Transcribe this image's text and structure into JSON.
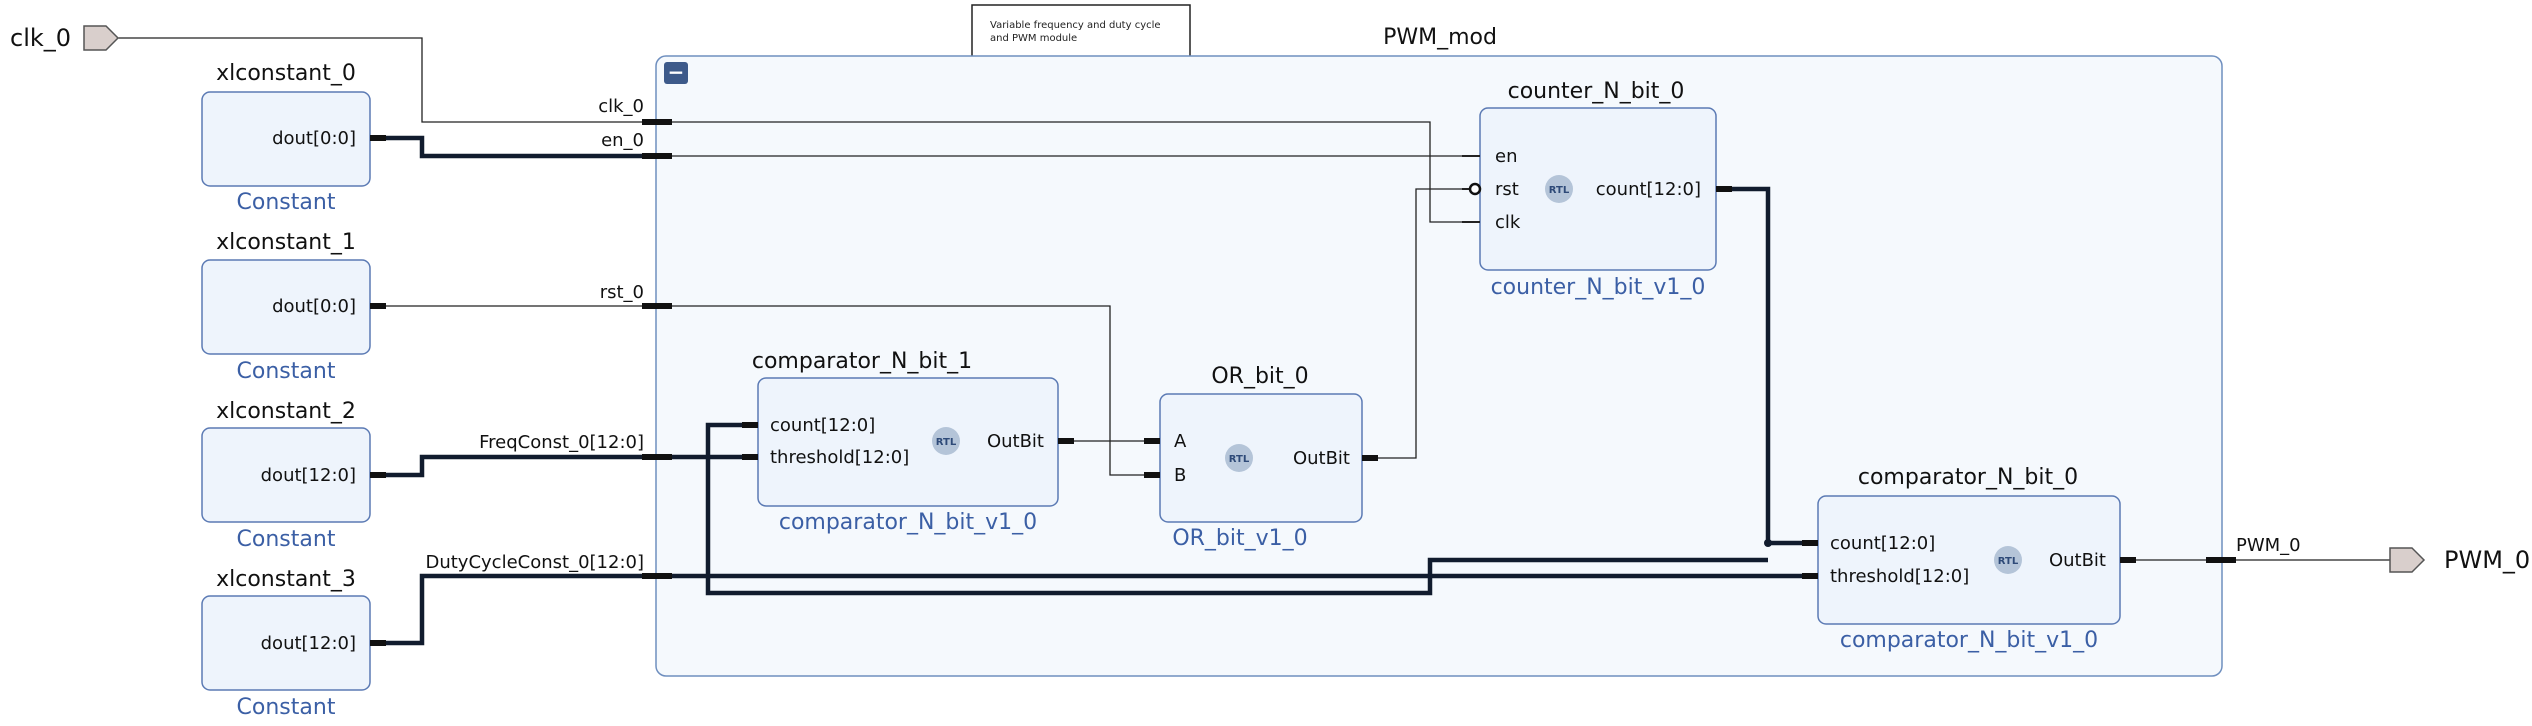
{
  "note": {
    "line1": "Variable frequency and duty cycle",
    "line2": "and PWM module"
  },
  "hierarchy": {
    "title": "PWM_mod",
    "collapse_symbol": "−"
  },
  "ports": {
    "clk_in": "clk_0",
    "pwm_out": "PWM_0"
  },
  "constants": [
    {
      "name": "xlconstant_0",
      "pin": "dout[0:0]",
      "type": "Constant"
    },
    {
      "name": "xlconstant_1",
      "pin": "dout[0:0]",
      "type": "Constant"
    },
    {
      "name": "xlconstant_2",
      "pin": "dout[12:0]",
      "type": "Constant"
    },
    {
      "name": "xlconstant_3",
      "pin": "dout[12:0]",
      "type": "Constant"
    }
  ],
  "nets": {
    "clk": "clk_0",
    "en": "en_0",
    "rst": "rst_0",
    "freq": "FreqConst_0[12:0]",
    "duty": "DutyCycleConst_0[12:0]",
    "pwm": "PWM_0"
  },
  "blocks": {
    "counter": {
      "name": "counter_N_bit_0",
      "type": "counter_N_bit_v1_0",
      "badge": "RTL",
      "pins": {
        "en": "en",
        "rst": "rst",
        "clk": "clk",
        "out": "count[12:0]"
      }
    },
    "comp1": {
      "name": "comparator_N_bit_1",
      "type": "comparator_N_bit_v1_0",
      "badge": "RTL",
      "pins": {
        "count": "count[12:0]",
        "threshold": "threshold[12:0]",
        "out": "OutBit"
      }
    },
    "or": {
      "name": "OR_bit_0",
      "type": "OR_bit_v1_0",
      "badge": "RTL",
      "pins": {
        "a": "A",
        "b": "B",
        "out": "OutBit"
      }
    },
    "comp0": {
      "name": "comparator_N_bit_0",
      "type": "comparator_N_bit_v1_0",
      "badge": "RTL",
      "pins": {
        "count": "count[12:0]",
        "threshold": "threshold[12:0]",
        "out": "OutBit"
      }
    }
  },
  "colors": {
    "block_fill": "#eef4fc",
    "block_stroke": "#5b7ab4",
    "type_label": "#3b5fa5",
    "bus": "#111c2e",
    "badge_fill": "#b4c4d8",
    "collapse_button": "#3d5a8a"
  }
}
